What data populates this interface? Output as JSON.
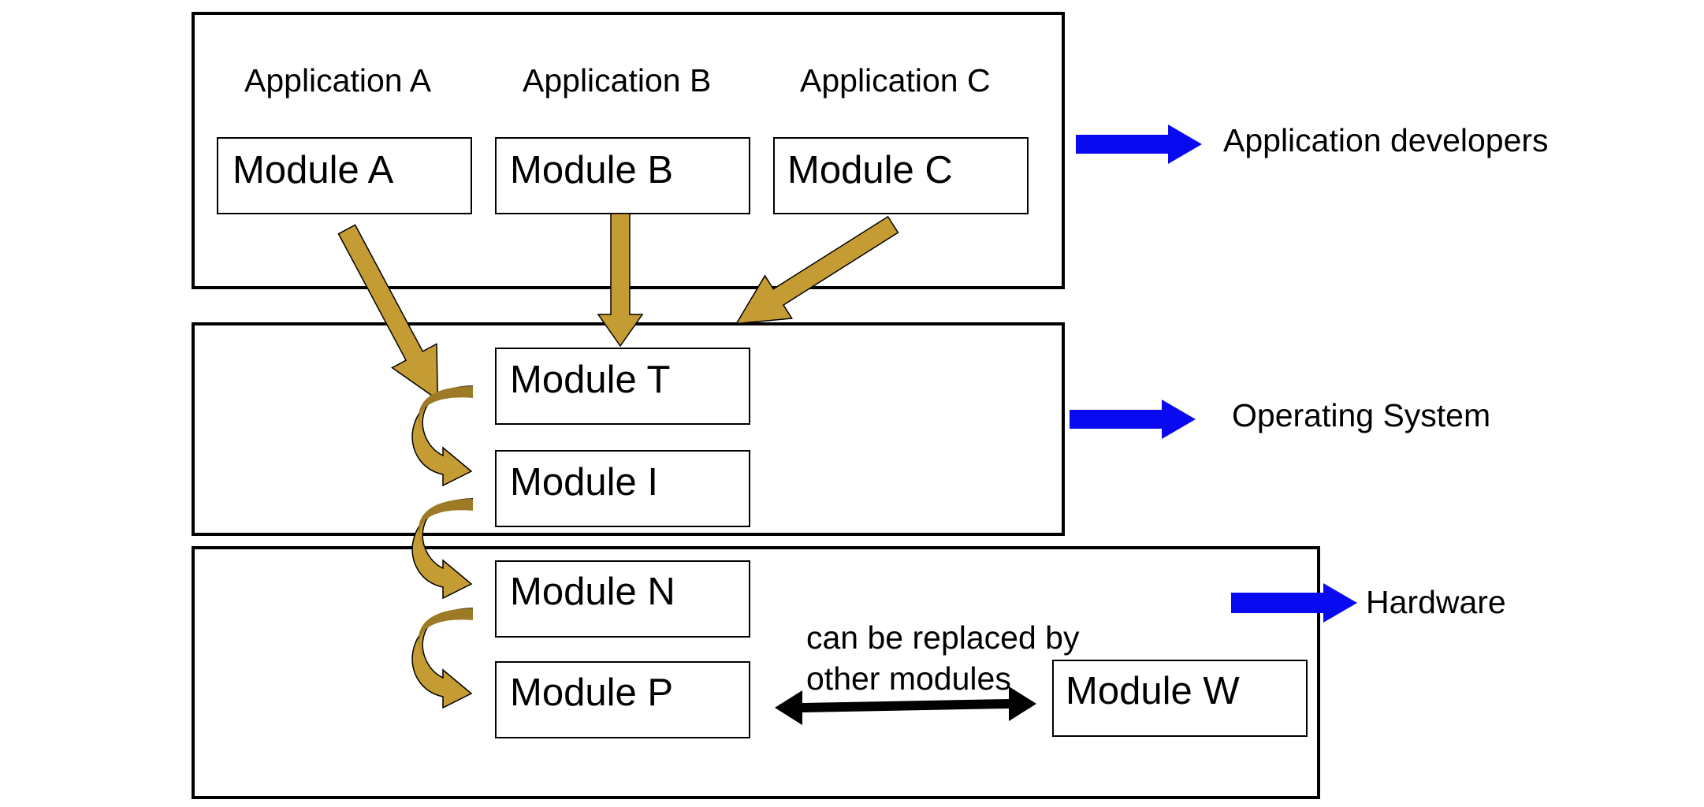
{
  "colors": {
    "frame": "#000000",
    "flow_arrow_fill": "#c49c33",
    "flow_arrow_dark": "#9c7a26",
    "layer_arrow": "#0a0af0",
    "swap_arrow": "#000000"
  },
  "applications": [
    {
      "label": "Application A"
    },
    {
      "label": "Application B"
    },
    {
      "label": "Application C"
    }
  ],
  "modules": {
    "a": "Module A",
    "b": "Module B",
    "c": "Module C",
    "t": "Module T",
    "i": "Module I",
    "n": "Module N",
    "p": "Module P",
    "w": "Module W"
  },
  "layers": [
    {
      "label": "Application developers"
    },
    {
      "label": "Operating System"
    },
    {
      "label": "Hardware"
    }
  ],
  "note": {
    "line1": "can be replaced by",
    "line2": "other modules"
  },
  "icons": {
    "flow": "down-arrow-icon",
    "chain": "curved-arrow-icon",
    "layer": "right-arrow-icon",
    "swap": "double-headed-arrow-icon"
  }
}
